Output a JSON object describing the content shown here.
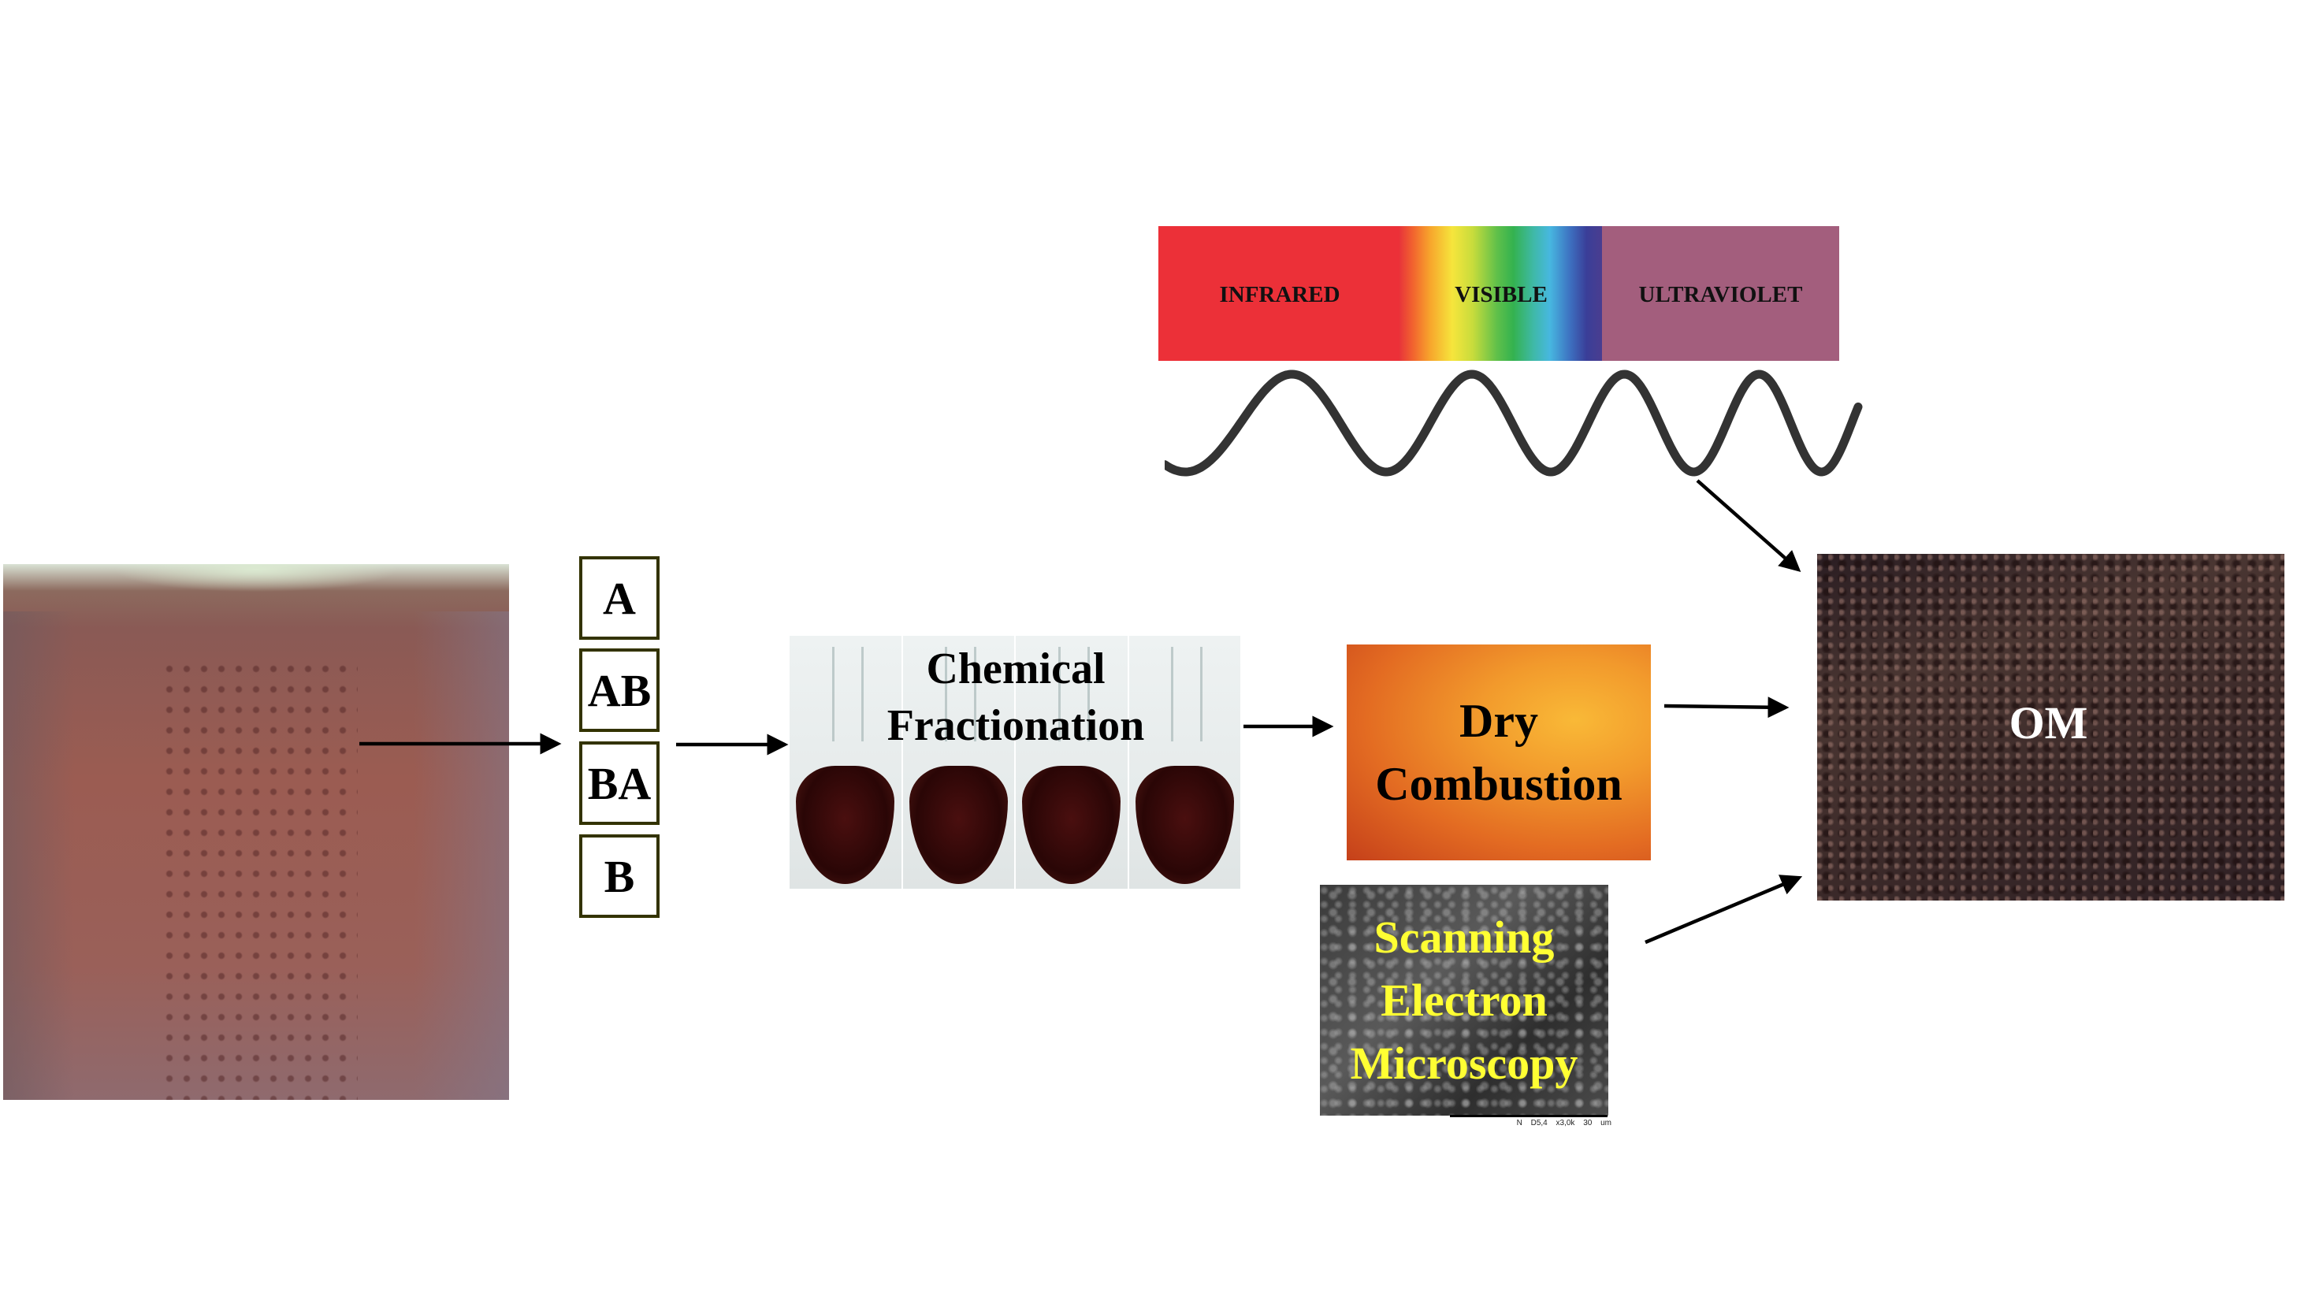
{
  "spectrum": {
    "infrared_label": "INFRARED",
    "visible_label": "VISIBLE",
    "ultraviolet_label": "ULTRAVIOLET",
    "colors": {
      "infrared": "#EC3038",
      "ultraviolet": "#A35E7D"
    }
  },
  "soil_profile": {
    "horizons": [
      "A",
      "AB",
      "BA",
      "B"
    ]
  },
  "chemical_fractionation": {
    "line1": "Chemical",
    "line2": "Fractionation"
  },
  "dry_combustion": {
    "line1": "Dry",
    "line2": "Combustion"
  },
  "sem": {
    "line1": "Scanning",
    "line2": "Electron",
    "line3": "Microscopy",
    "scale_label": "N D5,4 x3,0k 30 um",
    "text_color": "#FFFF33"
  },
  "organic_matter": {
    "label": "OM"
  }
}
